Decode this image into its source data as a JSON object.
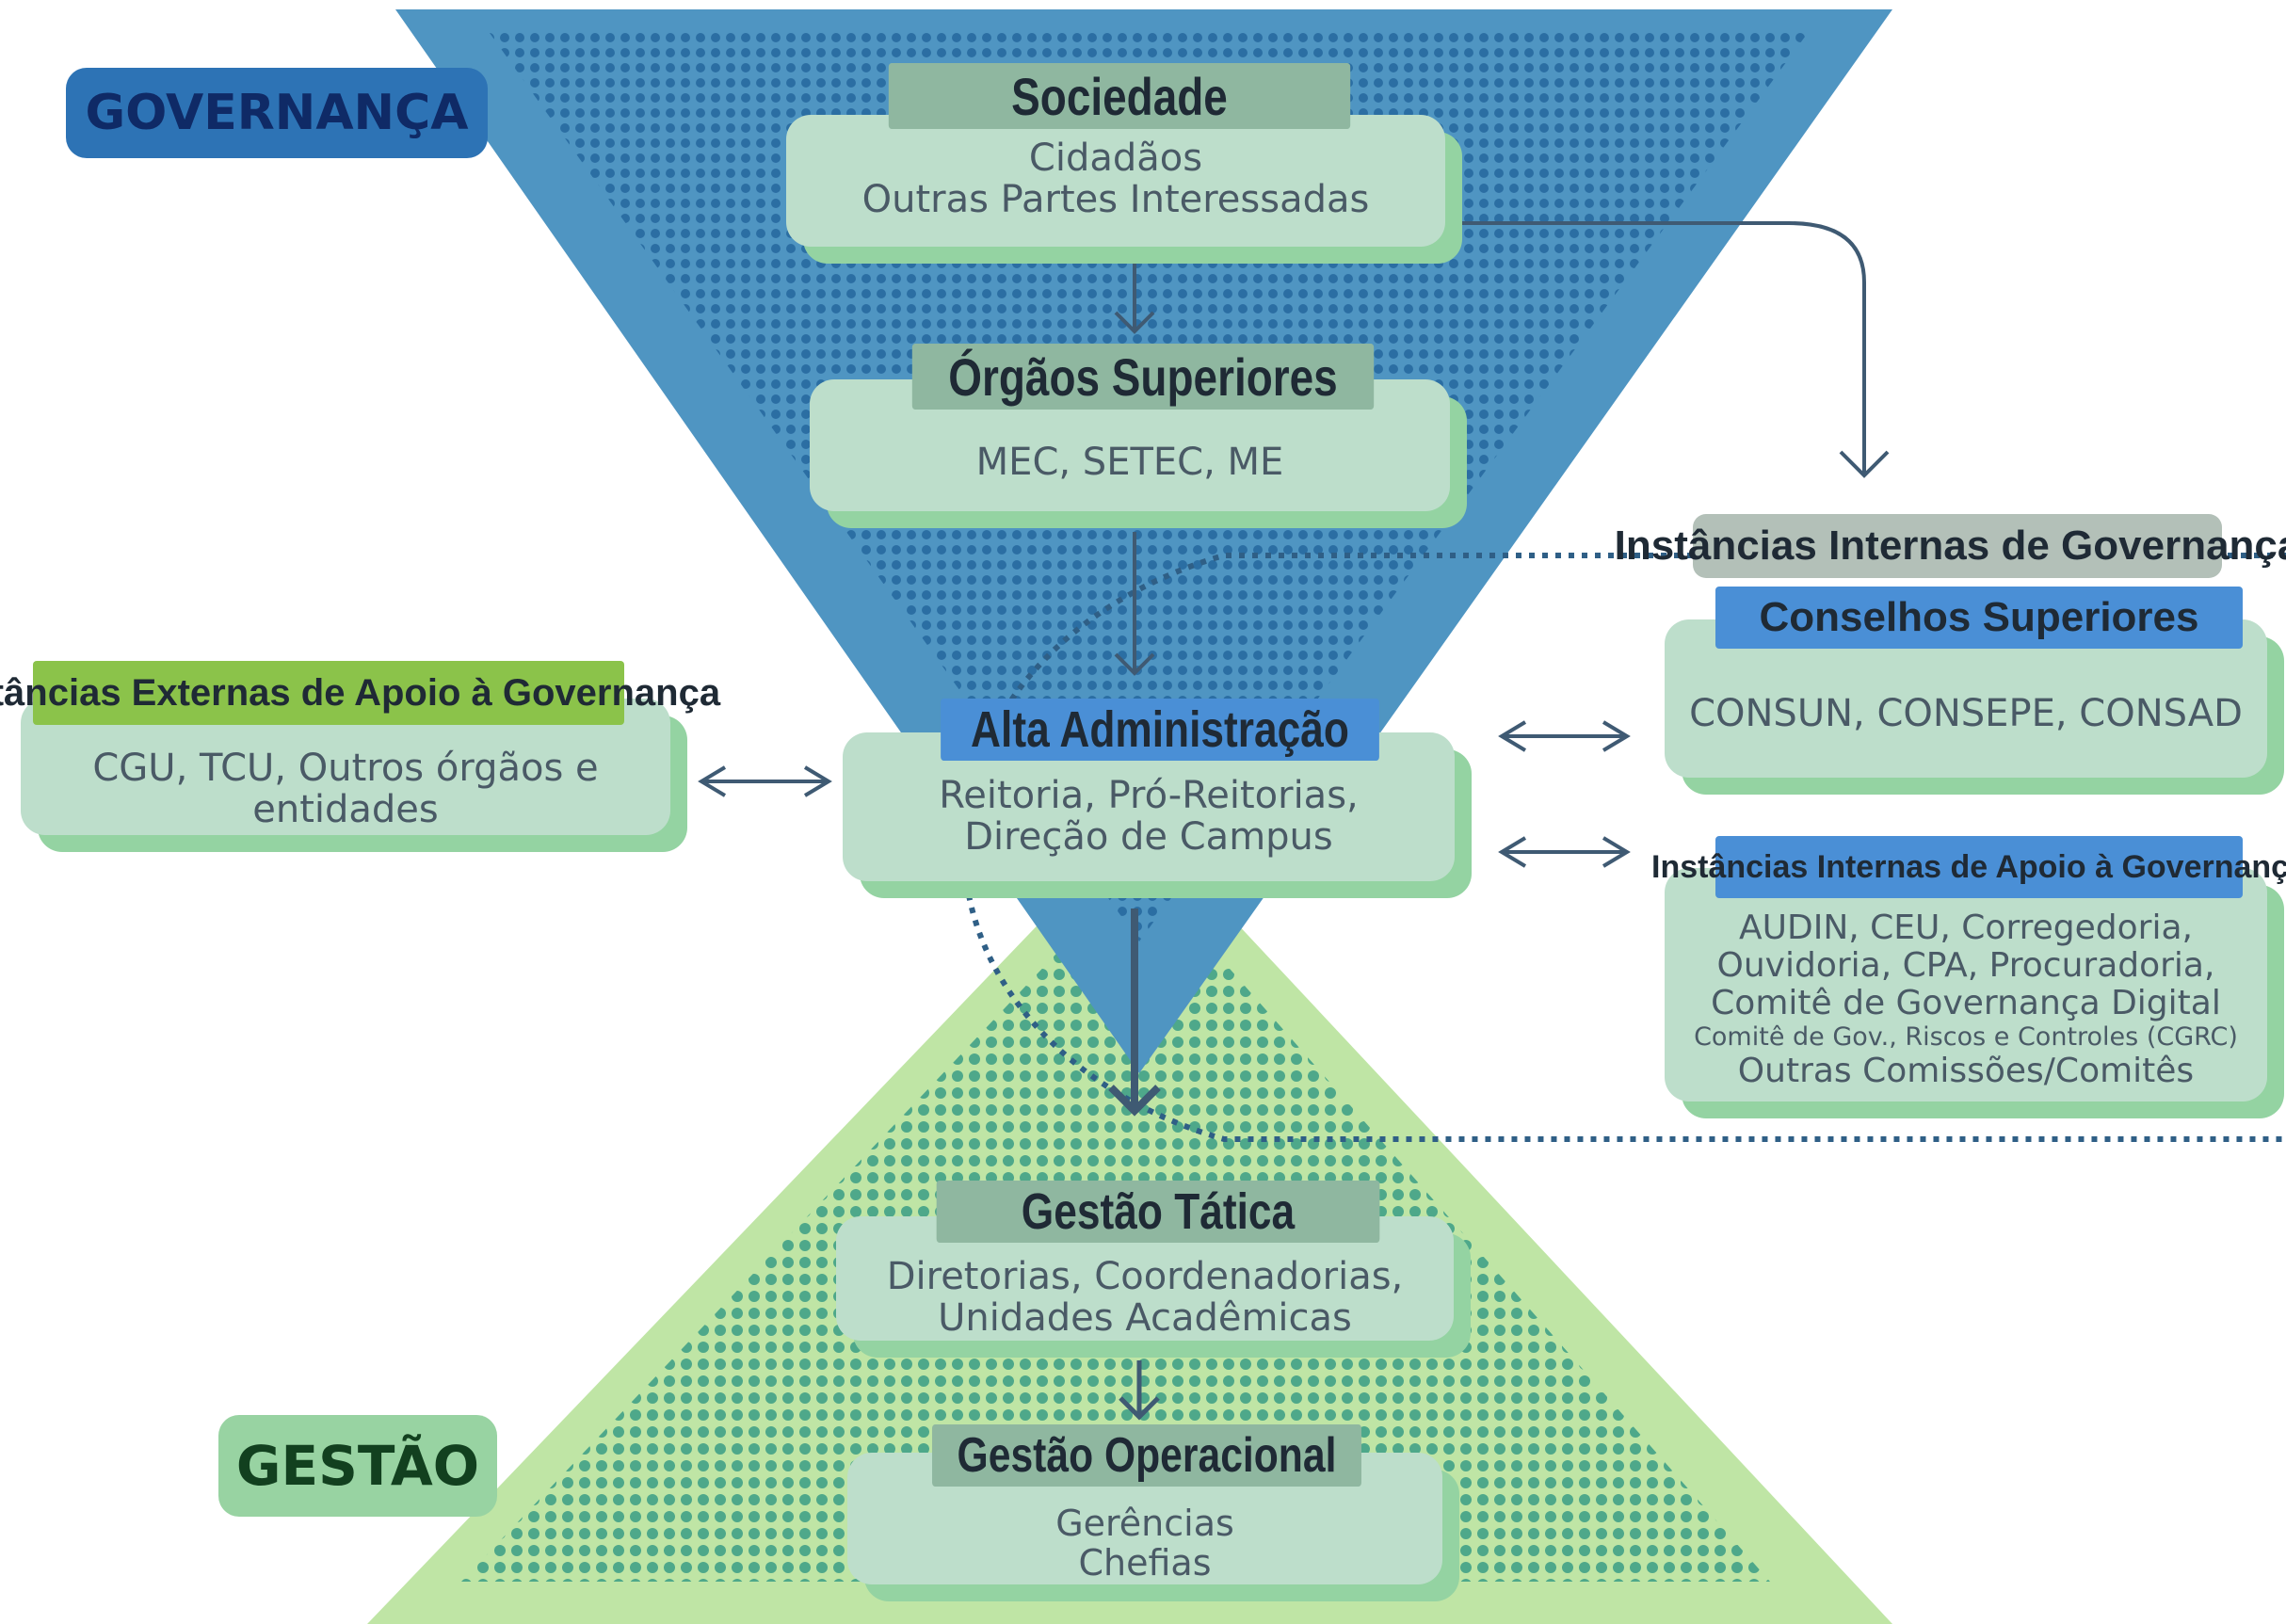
{
  "colors": {
    "governance_blue": "#4f95c2",
    "governance_dark_dots": "#2b6ea3",
    "management_green": "#bfe5a5",
    "management_dots": "#4ea88a",
    "card_fill": "#bddecb",
    "card_shadow": "#94d3a2",
    "header_gray": "#8fb7a0",
    "header_blue": "#4a8fd6",
    "header_green": "#8bc34a",
    "arrow": "#3f5a73"
  },
  "labels": {
    "governanca": "GOVERNANÇA",
    "gestao": "GESTÃO"
  },
  "boxes": {
    "sociedade": {
      "title": "Sociedade",
      "lines": [
        "Cidadãos",
        "Outras Partes Interessadas"
      ]
    },
    "orgaos": {
      "title": "Órgãos Superiores",
      "lines": [
        "MEC, SETEC, ME"
      ]
    },
    "alta": {
      "title": "Alta Administração",
      "lines": [
        "Reitoria, Pró-Reitorias,",
        "Direção de Campus"
      ]
    },
    "externas": {
      "title": "Instâncias Externas de Apoio à Governança",
      "lines": [
        "CGU, TCU, Outros órgãos e",
        "entidades"
      ]
    },
    "internas_header": "Instâncias Internas de Governança",
    "conselhos": {
      "title": "Conselhos Superiores",
      "lines": [
        "CONSUN, CONSEPE, CONSAD"
      ]
    },
    "apoio_internas": {
      "title": "Instâncias Internas de Apoio à Governança",
      "lines": [
        "AUDIN, CEU, Corregedoria,",
        "Ouvidoria, CPA, Procuradoria,",
        "Comitê de Governança Digital"
      ],
      "small_line": "Comitê de Gov., Riscos e Controles (CGRC)",
      "last_line": "Outras Comissões/Comitês"
    },
    "tatica": {
      "title": "Gestão Tática",
      "lines": [
        "Diretorias, Coordenadorias,",
        "Unidades Acadêmicas"
      ]
    },
    "operacional": {
      "title": "Gestão Operacional",
      "lines": [
        "Gerências",
        "Chefias"
      ]
    }
  }
}
